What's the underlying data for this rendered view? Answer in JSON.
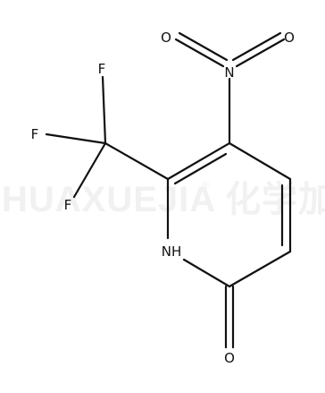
{
  "watermark": {
    "text": "HUAXUEJIA",
    "registered": "®",
    "cn_text": "化学加"
  },
  "molecule": {
    "atoms": {
      "nitro_o_left": "O",
      "nitro_o_right": "O",
      "nitro_n": "N",
      "fluorine_top": "F",
      "fluorine_left": "F",
      "fluorine_bottom": "F",
      "ring_nh": "NH",
      "carbonyl_o": "O"
    },
    "bond_color": "#111111",
    "text_color": "#111111",
    "watermark_color": "#f1f1f1"
  }
}
